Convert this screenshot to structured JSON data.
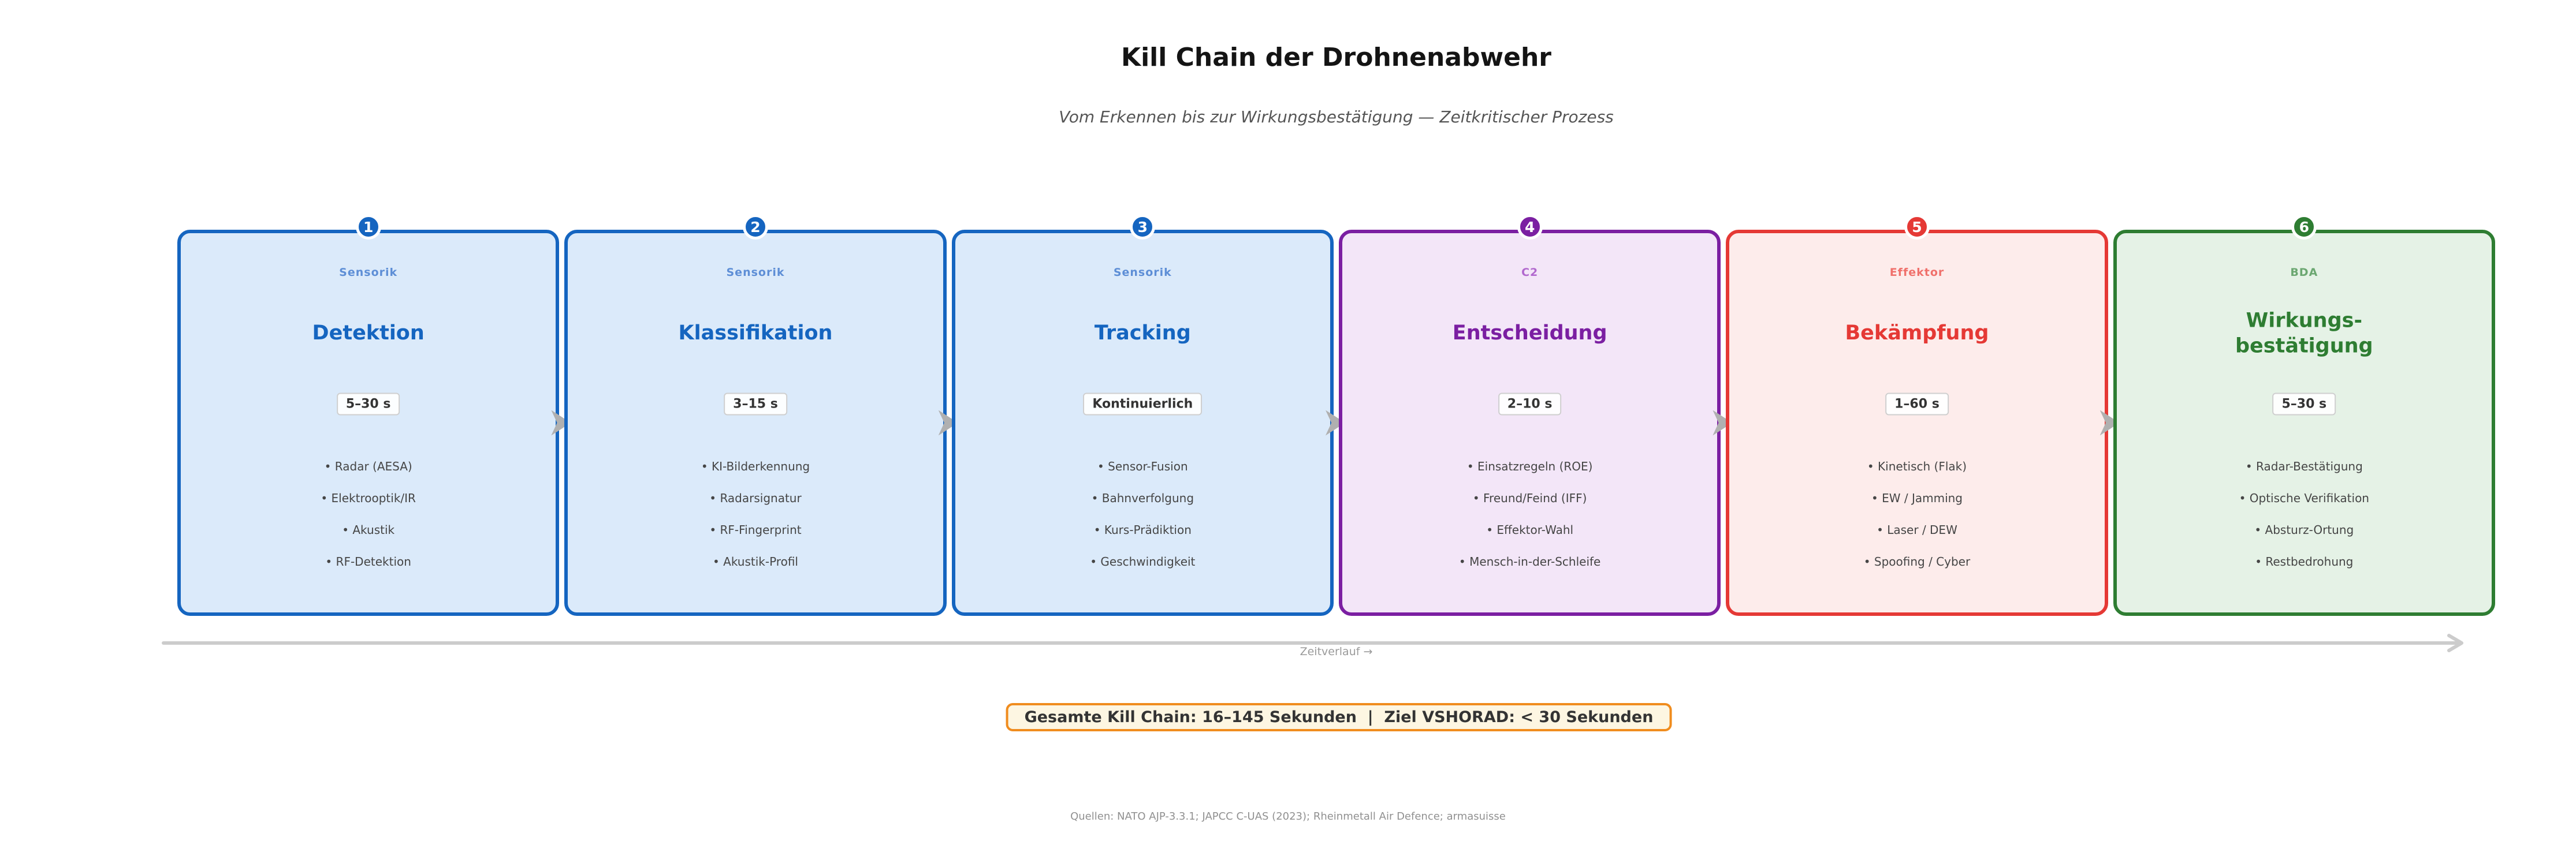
{
  "header": {
    "title": "Kill Chain der Drohnenabwehr",
    "subtitle": "Vom Erkennen bis zur Wirkungsbestätigung — Zeitkritischer Prozess"
  },
  "stages": [
    {
      "number": "1",
      "category": "Sensorik",
      "title": "Detektion",
      "time": "5–30 s",
      "bullets": [
        "Radar (AESA)",
        "Elektrooptik/IR",
        "Akustik",
        "RF-Detektion"
      ],
      "colors": {
        "border": "#1565c0",
        "background": "#dbeafa",
        "category": "#5d8ed6",
        "title": "#1565c0"
      }
    },
    {
      "number": "2",
      "category": "Sensorik",
      "title": "Klassifikation",
      "time": "3–15 s",
      "bullets": [
        "KI-Bilderkennung",
        "Radarsignatur",
        "RF-Fingerprint",
        "Akustik-Profil"
      ],
      "colors": {
        "border": "#1565c0",
        "background": "#dbeafa",
        "category": "#5d8ed6",
        "title": "#1565c0"
      }
    },
    {
      "number": "3",
      "category": "Sensorik",
      "title": "Tracking",
      "time": "Kontinuierlich",
      "bullets": [
        "Sensor-Fusion",
        "Bahnverfolgung",
        "Kurs-Prädiktion",
        "Geschwindigkeit"
      ],
      "colors": {
        "border": "#1565c0",
        "background": "#dbeafa",
        "category": "#5d8ed6",
        "title": "#1565c0"
      }
    },
    {
      "number": "4",
      "category": "C2",
      "title": "Entscheidung",
      "time": "2–10 s",
      "bullets": [
        "Einsatzregeln (ROE)",
        "Freund/Feind (IFF)",
        "Effektor-Wahl",
        "Mensch-in-der-Schleife"
      ],
      "colors": {
        "border": "#7b1fa2",
        "background": "#f3e6f8",
        "category": "#b168ce",
        "title": "#7b1fa2"
      }
    },
    {
      "number": "5",
      "category": "Effektor",
      "title": "Bekämpfung",
      "time": "1–60 s",
      "bullets": [
        "Kinetisch (Flak)",
        "EW / Jamming",
        "Laser / DEW",
        "Spoofing / Cyber"
      ],
      "colors": {
        "border": "#e53935",
        "background": "#fdeceb",
        "category": "#f0706b",
        "title": "#e53935"
      }
    },
    {
      "number": "6",
      "category": "BDA",
      "title": "Wirkungs-\nbestätigung",
      "time": "5–30 s",
      "bullets": [
        "Radar-Bestätigung",
        "Optische Verifikation",
        "Absturz-Ortung",
        "Restbedrohung"
      ],
      "colors": {
        "border": "#2e7d32",
        "background": "#e5f2e6",
        "category": "#6ba771",
        "title": "#2e7d32"
      }
    }
  ],
  "timeline": {
    "label": "Zeitverlauf →",
    "color": "#cccccc"
  },
  "summary": {
    "text": "Gesamte Kill Chain: 16–145 Sekunden  |  Ziel VSHORAD: < 30 Sekunden",
    "border_color": "#f08c1e",
    "background": "#fdf6e2"
  },
  "footer": {
    "sources": "Quellen: NATO AJP-3.3.1; JAPCC C-UAS (2023); Rheinmetall Air Defence; armasuisse"
  }
}
